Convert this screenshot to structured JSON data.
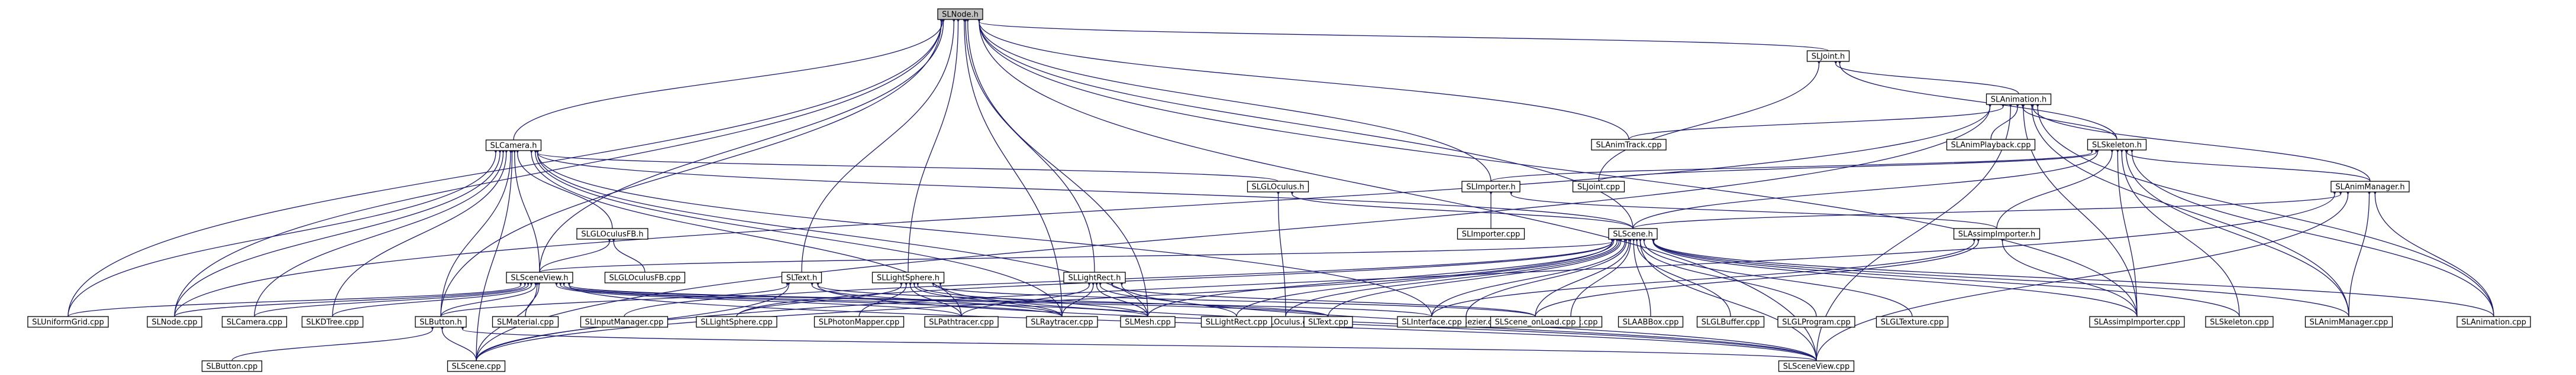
{
  "graph": {
    "nodes": [
      {
        "id": "SLNode.h",
        "label": "SLNode.h",
        "root": true
      },
      {
        "id": "SLJoint.h",
        "label": "SLJoint.h"
      },
      {
        "id": "SLAnimation.h",
        "label": "SLAnimation.h"
      },
      {
        "id": "SLCamera.h",
        "label": "SLCamera.h"
      },
      {
        "id": "SLAnimTrack.cpp",
        "label": "SLAnimTrack.cpp"
      },
      {
        "id": "SLAnimPlayback.cpp",
        "label": "SLAnimPlayback.cpp"
      },
      {
        "id": "SLSkeleton.h",
        "label": "SLSkeleton.h"
      },
      {
        "id": "SLImporter.h",
        "label": "SLImporter.h"
      },
      {
        "id": "SLJoint.cpp",
        "label": "SLJoint.cpp"
      },
      {
        "id": "SLAnimManager.h",
        "label": "SLAnimManager.h"
      },
      {
        "id": "SLGLOculus.h",
        "label": "SLGLOculus.h"
      },
      {
        "id": "SLGLOculusFB.h",
        "label": "SLGLOculusFB.h"
      },
      {
        "id": "SLImporter.cpp",
        "label": "SLImporter.cpp"
      },
      {
        "id": "SLScene.h",
        "label": "SLScene.h"
      },
      {
        "id": "SLAssimpImporter.h",
        "label": "SLAssimpImporter.h"
      },
      {
        "id": "SLGLOculusFB.cpp",
        "label": "SLGLOculusFB.cpp"
      },
      {
        "id": "SLSceneView.h",
        "label": "SLSceneView.h"
      },
      {
        "id": "SLText.h",
        "label": "SLText.h"
      },
      {
        "id": "SLLightSphere.h",
        "label": "SLLightSphere.h"
      },
      {
        "id": "SLLightRect.h",
        "label": "SLLightRect.h"
      },
      {
        "id": "SLGLOculus.cpp",
        "label": "SLGLOculus.cpp"
      },
      {
        "id": "SLCurveBezier.cpp",
        "label": "SLCurveBezier.cpp"
      },
      {
        "id": "SLTexFont.cpp",
        "label": "SLTexFont.cpp"
      },
      {
        "id": "SLAABBox.cpp",
        "label": "SLAABBox.cpp"
      },
      {
        "id": "SLGLBuffer.cpp",
        "label": "SLGLBuffer.cpp"
      },
      {
        "id": "SLGLProgram.cpp",
        "label": "SLGLProgram.cpp"
      },
      {
        "id": "SLGLTexture.cpp",
        "label": "SLGLTexture.cpp"
      },
      {
        "id": "SLAssimpImporter.cpp",
        "label": "SLAssimpImporter.cpp"
      },
      {
        "id": "SLSkeleton.cpp",
        "label": "SLSkeleton.cpp"
      },
      {
        "id": "SLAnimManager.cpp",
        "label": "SLAnimManager.cpp"
      },
      {
        "id": "SLAnimation.cpp",
        "label": "SLAnimation.cpp"
      },
      {
        "id": "SLUniformGrid.cpp",
        "label": "SLUniformGrid.cpp"
      },
      {
        "id": "SLNode.cpp",
        "label": "SLNode.cpp"
      },
      {
        "id": "SLCamera.cpp",
        "label": "SLCamera.cpp"
      },
      {
        "id": "SLKDTree.cpp",
        "label": "SLKDTree.cpp"
      },
      {
        "id": "SLButton.h",
        "label": "SLButton.h"
      },
      {
        "id": "SLMaterial.cpp",
        "label": "SLMaterial.cpp"
      },
      {
        "id": "SLInputManager.cpp",
        "label": "SLInputManager.cpp"
      },
      {
        "id": "SLLightSphere.cpp",
        "label": "SLLightSphere.cpp"
      },
      {
        "id": "SLPhotonMapper.cpp",
        "label": "SLPhotonMapper.cpp"
      },
      {
        "id": "SLPathtracer.cpp",
        "label": "SLPathtracer.cpp"
      },
      {
        "id": "SLRaytracer.cpp",
        "label": "SLRaytracer.cpp"
      },
      {
        "id": "SLMesh.cpp",
        "label": "SLMesh.cpp"
      },
      {
        "id": "SLLightRect.cpp",
        "label": "SLLightRect.cpp"
      },
      {
        "id": "SLText.cpp",
        "label": "SLText.cpp"
      },
      {
        "id": "SLInterface.cpp",
        "label": "SLInterface.cpp"
      },
      {
        "id": "SLScene_onLoad.cpp",
        "label": "SLScene_onLoad.cpp"
      },
      {
        "id": "SLButton.cpp",
        "label": "SLButton.cpp"
      },
      {
        "id": "SLScene.cpp",
        "label": "SLScene.cpp"
      },
      {
        "id": "SLSceneView.cpp",
        "label": "SLSceneView.cpp"
      }
    ],
    "edges": [
      [
        "SLNode.h",
        "SLJoint.h"
      ],
      [
        "SLNode.h",
        "SLCamera.h"
      ],
      [
        "SLNode.h",
        "SLAnimTrack.cpp"
      ],
      [
        "SLNode.h",
        "SLImporter.h"
      ],
      [
        "SLNode.h",
        "SLScene.h"
      ],
      [
        "SLNode.h",
        "SLSceneView.h"
      ],
      [
        "SLNode.h",
        "SLText.h"
      ],
      [
        "SLNode.h",
        "SLLightSphere.h"
      ],
      [
        "SLNode.h",
        "SLLightRect.h"
      ],
      [
        "SLNode.h",
        "SLUniformGrid.cpp"
      ],
      [
        "SLNode.h",
        "SLNode.cpp"
      ],
      [
        "SLNode.h",
        "SLButton.h"
      ],
      [
        "SLNode.h",
        "SLRaytracer.cpp"
      ],
      [
        "SLNode.h",
        "SLMesh.cpp"
      ],
      [
        "SLNode.h",
        "SLAssimpImporter.cpp"
      ],
      [
        "SLNode.h",
        "SLSceneView.cpp"
      ],
      [
        "SLJoint.h",
        "SLAnimation.h"
      ],
      [
        "SLJoint.h",
        "SLSkeleton.h"
      ],
      [
        "SLJoint.h",
        "SLJoint.cpp"
      ],
      [
        "SLAnimation.h",
        "SLAnimTrack.cpp"
      ],
      [
        "SLAnimation.h",
        "SLAnimPlayback.cpp"
      ],
      [
        "SLAnimation.h",
        "SLSkeleton.h"
      ],
      [
        "SLAnimation.h",
        "SLAnimManager.h"
      ],
      [
        "SLAnimation.h",
        "SLAnimation.cpp"
      ],
      [
        "SLAnimation.h",
        "SLAnimManager.cpp"
      ],
      [
        "SLAnimation.h",
        "SLAssimpImporter.cpp"
      ],
      [
        "SLAnimation.h",
        "SLNode.cpp"
      ],
      [
        "SLAnimation.h",
        "SLScene.cpp"
      ],
      [
        "SLAnimation.h",
        "SLSceneView.cpp"
      ],
      [
        "SLSkeleton.h",
        "SLImporter.h"
      ],
      [
        "SLSkeleton.h",
        "SLJoint.cpp"
      ],
      [
        "SLSkeleton.h",
        "SLAnimManager.h"
      ],
      [
        "SLSkeleton.h",
        "SLSkeleton.cpp"
      ],
      [
        "SLSkeleton.h",
        "SLAnimManager.cpp"
      ],
      [
        "SLSkeleton.h",
        "SLAnimation.cpp"
      ],
      [
        "SLSkeleton.h",
        "SLAssimpImporter.cpp"
      ],
      [
        "SLSkeleton.h",
        "SLAssimpImporter.h"
      ],
      [
        "SLSkeleton.h",
        "SLScene.h"
      ],
      [
        "SLAnimManager.h",
        "SLScene.h"
      ],
      [
        "SLAnimManager.h",
        "SLAnimManager.cpp"
      ],
      [
        "SLAnimManager.h",
        "SLAnimation.cpp"
      ],
      [
        "SLAnimManager.h",
        "SLSceneView.cpp"
      ],
      [
        "SLAnimManager.h",
        "SLScene.cpp"
      ],
      [
        "SLImporter.h",
        "SLImporter.cpp"
      ],
      [
        "SLImporter.h",
        "SLAssimpImporter.h"
      ],
      [
        "SLAssimpImporter.h",
        "SLAssimpImporter.cpp"
      ],
      [
        "SLAssimpImporter.h",
        "SLScene_onLoad.cpp"
      ],
      [
        "SLAssimpImporter.h",
        "SLInterface.cpp"
      ],
      [
        "SLCamera.h",
        "SLGLOculus.h"
      ],
      [
        "SLCamera.h",
        "SLGLOculusFB.h"
      ],
      [
        "SLCamera.h",
        "SLScene.h"
      ],
      [
        "SLCamera.h",
        "SLSceneView.h"
      ],
      [
        "SLCamera.h",
        "SLUniformGrid.cpp"
      ],
      [
        "SLCamera.h",
        "SLNode.cpp"
      ],
      [
        "SLCamera.h",
        "SLCamera.cpp"
      ],
      [
        "SLCamera.h",
        "SLKDTree.cpp"
      ],
      [
        "SLCamera.h",
        "SLButton.h"
      ],
      [
        "SLCamera.h",
        "SLRaytracer.cpp"
      ],
      [
        "SLCamera.h",
        "SLPathtracer.cpp"
      ],
      [
        "SLCamera.h",
        "SLMesh.cpp"
      ],
      [
        "SLCamera.h",
        "SLScene.cpp"
      ],
      [
        "SLCamera.h",
        "SLInterface.cpp"
      ],
      [
        "SLGLOculus.h",
        "SLGLOculus.cpp"
      ],
      [
        "SLGLOculus.h",
        "SLScene.h"
      ],
      [
        "SLGLOculusFB.h",
        "SLGLOculusFB.cpp"
      ],
      [
        "SLGLOculusFB.h",
        "SLSceneView.h"
      ],
      [
        "SLScene.h",
        "SLSceneView.h"
      ],
      [
        "SLScene.h",
        "SLGLOculus.cpp"
      ],
      [
        "SLScene.h",
        "SLCurveBezier.cpp"
      ],
      [
        "SLScene.h",
        "SLTexFont.cpp"
      ],
      [
        "SLScene.h",
        "SLAABBox.cpp"
      ],
      [
        "SLScene.h",
        "SLGLBuffer.cpp"
      ],
      [
        "SLScene.h",
        "SLGLProgram.cpp"
      ],
      [
        "SLScene.h",
        "SLGLTexture.cpp"
      ],
      [
        "SLScene.h",
        "SLAssimpImporter.cpp"
      ],
      [
        "SLScene.h",
        "SLSkeleton.cpp"
      ],
      [
        "SLScene.h",
        "SLAnimManager.cpp"
      ],
      [
        "SLScene.h",
        "SLAnimation.cpp"
      ],
      [
        "SLScene.h",
        "SLInputManager.cpp"
      ],
      [
        "SLScene.h",
        "SLLightSphere.cpp"
      ],
      [
        "SLScene.h",
        "SLMesh.cpp"
      ],
      [
        "SLScene.h",
        "SLLightRect.cpp"
      ],
      [
        "SLScene.h",
        "SLText.cpp"
      ],
      [
        "SLScene.h",
        "SLInterface.cpp"
      ],
      [
        "SLScene.h",
        "SLScene_onLoad.cpp"
      ],
      [
        "SLScene.h",
        "SLScene.cpp"
      ],
      [
        "SLScene.h",
        "SLSceneView.cpp"
      ],
      [
        "SLSceneView.h",
        "SLUniformGrid.cpp"
      ],
      [
        "SLSceneView.h",
        "SLNode.cpp"
      ],
      [
        "SLSceneView.h",
        "SLCamera.cpp"
      ],
      [
        "SLSceneView.h",
        "SLKDTree.cpp"
      ],
      [
        "SLSceneView.h",
        "SLButton.h"
      ],
      [
        "SLSceneView.h",
        "SLMaterial.cpp"
      ],
      [
        "SLSceneView.h",
        "SLRaytracer.cpp"
      ],
      [
        "SLSceneView.h",
        "SLPathtracer.cpp"
      ],
      [
        "SLSceneView.h",
        "SLMesh.cpp"
      ],
      [
        "SLSceneView.h",
        "SLText.cpp"
      ],
      [
        "SLSceneView.h",
        "SLInterface.cpp"
      ],
      [
        "SLSceneView.h",
        "SLScene.cpp"
      ],
      [
        "SLSceneView.h",
        "SLSceneView.cpp"
      ],
      [
        "SLText.h",
        "SLButton.h"
      ],
      [
        "SLText.h",
        "SLRaytracer.cpp"
      ],
      [
        "SLText.h",
        "SLText.cpp"
      ],
      [
        "SLText.h",
        "SLScene.cpp"
      ],
      [
        "SLText.h",
        "SLSceneView.cpp"
      ],
      [
        "SLLightSphere.h",
        "SLLightSphere.cpp"
      ],
      [
        "SLLightSphere.h",
        "SLPhotonMapper.cpp"
      ],
      [
        "SLLightSphere.h",
        "SLPathtracer.cpp"
      ],
      [
        "SLLightSphere.h",
        "SLRaytracer.cpp"
      ],
      [
        "SLLightSphere.h",
        "SLMesh.cpp"
      ],
      [
        "SLLightSphere.h",
        "SLScene_onLoad.cpp"
      ],
      [
        "SLLightSphere.h",
        "SLSceneView.cpp"
      ],
      [
        "SLLightRect.h",
        "SLPathtracer.cpp"
      ],
      [
        "SLLightRect.h",
        "SLRaytracer.cpp"
      ],
      [
        "SLLightRect.h",
        "SLMesh.cpp"
      ],
      [
        "SLLightRect.h",
        "SLLightRect.cpp"
      ],
      [
        "SLLightRect.h",
        "SLScene_onLoad.cpp"
      ],
      [
        "SLLightRect.h",
        "SLSceneView.cpp"
      ],
      [
        "SLButton.h",
        "SLButton.cpp"
      ],
      [
        "SLButton.h",
        "SLScene.cpp"
      ],
      [
        "SLButton.h",
        "SLSceneView.cpp"
      ]
    ]
  }
}
